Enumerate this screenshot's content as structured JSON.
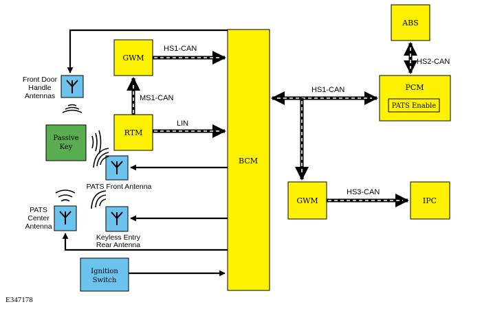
{
  "modules": {
    "abs": "ABS",
    "gwm_top": "GWM",
    "pcm": "PCM",
    "pats_enable": "PATS Enable",
    "rtm": "RTM",
    "bcm": "BCM",
    "gwm_bottom": "GWM",
    "ipc": "IPC",
    "passive_key_line1": "Passive",
    "passive_key_line2": "Key",
    "ignition_line1": "Ignition",
    "ignition_line2": "Switch"
  },
  "buses": {
    "hs1_top": "HS1-CAN",
    "ms1": "MS1-CAN",
    "lin": "LIN",
    "hs2": "HS2-CAN",
    "hs1_pcm": "HS1-CAN",
    "hs3": "HS3-CAN"
  },
  "antennas": {
    "front_door_line1": "Front Door",
    "front_door_line2": "Handle",
    "front_door_line3": "Antennas",
    "pats_front": "PATS Front Antenna",
    "pats_center_line1": "PATS",
    "pats_center_line2": "Center",
    "pats_center_line3": "Antenna",
    "keyless_line1": "Keyless Entry",
    "keyless_line2": "Rear Antenna"
  },
  "figure_id": "E347178",
  "colors": {
    "module_fill": "#FFF200",
    "antenna_fill": "#6CC4EE",
    "passive_key_fill": "#5AAE50",
    "line": "#000000",
    "bus_dash": "#FFFFFF"
  },
  "icons": [
    "antenna-icon",
    "signal-waves-icon",
    "arrow-icon"
  ]
}
